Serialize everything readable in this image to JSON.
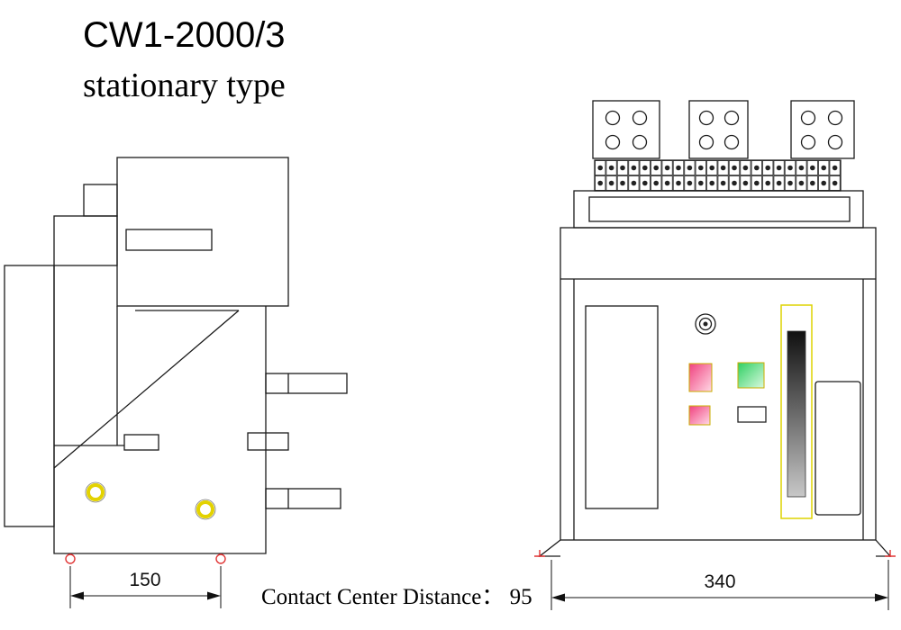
{
  "header": {
    "title": "CW1-2000/3",
    "subtitle": "stationary type"
  },
  "note": "Contact Center Distance： 95",
  "dimensions": {
    "side_width": "150",
    "front_width": "340"
  },
  "colors": {
    "line": "#1a1a1a",
    "marker_red": "#e03434",
    "indicator_yellow": "#e3d200",
    "slot_border_yellow": "#ded300",
    "button_pink": "#f0417f",
    "button_green": "#2fcf62"
  }
}
